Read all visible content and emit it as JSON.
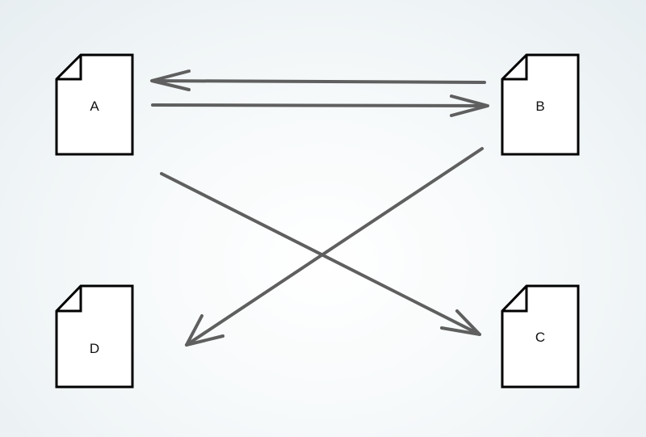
{
  "diagram": {
    "documents": [
      {
        "id": "A",
        "label": "A"
      },
      {
        "id": "B",
        "label": "B"
      },
      {
        "id": "C",
        "label": "C"
      },
      {
        "id": "D",
        "label": "D"
      }
    ],
    "connections": [
      {
        "from": "B",
        "to": "A"
      },
      {
        "from": "A",
        "to": "B"
      },
      {
        "from": "A",
        "to": "C"
      },
      {
        "from": "B",
        "to": "D"
      }
    ],
    "colors": {
      "document_stroke": "#000000",
      "document_fill": "#ffffff",
      "arrow_stroke": "#5f5f5f",
      "label_text": "#111111"
    },
    "icons": {
      "document": "document-icon",
      "arrow": "arrow-icon"
    }
  }
}
